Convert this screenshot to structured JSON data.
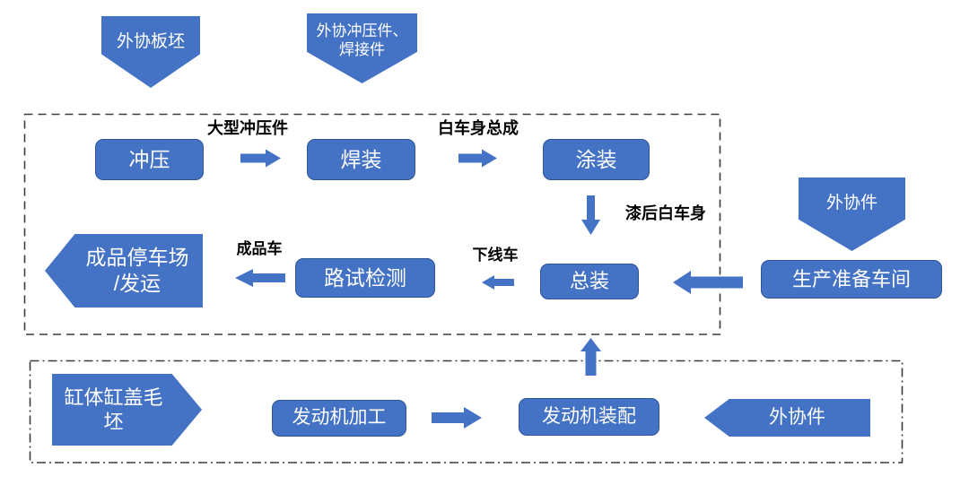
{
  "palette": {
    "shape_fill": "#4472C4",
    "shape_border": "#2F5597",
    "shape_text": "#FFFFFF",
    "label_text": "#000000",
    "boundary_stroke": "#3D3D3D"
  },
  "inputs": {
    "slab": "外协板坯",
    "stamping_welding_parts": "外协冲压件、\n焊接件",
    "outsourced_parts_main": "外协件",
    "cylinder_blank": "缸体缸盖毛\n坯",
    "outsourced_parts_engine": "外协件"
  },
  "process": {
    "stamping": "冲压",
    "welding": "焊装",
    "painting": "涂装",
    "final_assembly": "总装",
    "road_test": "路试检测",
    "prep_workshop": "生产准备车间",
    "engine_machining": "发动机加工",
    "engine_assembly": "发动机装配",
    "finished_parking": "成品停车场\n/发运"
  },
  "flow_labels": {
    "large_stampings": "大型冲压件",
    "biw_assembly": "白车身总成",
    "painted_biw": "漆后白车身",
    "offline_car": "下线车",
    "finished_car": "成品车"
  }
}
